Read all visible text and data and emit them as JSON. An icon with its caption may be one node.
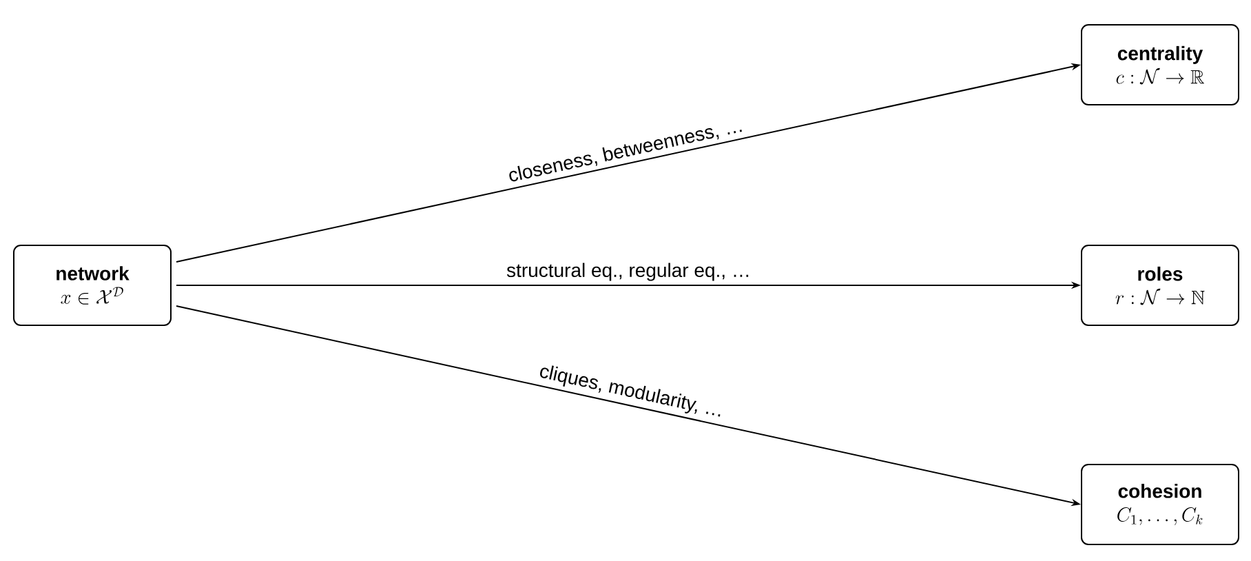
{
  "diagram": {
    "nodes": [
      {
        "text": [
          "network",
          "x \\in \\mathcal{X}^{\\mathcal{D}}"
        ]
      },
      {
        "text": [
          "centrality",
          "c : \\mathcal{N} \\to \\mathbb{R}"
        ]
      },
      {
        "text": [
          "roles",
          "r : \\mathcal{N} \\to \\mathbb{N}"
        ]
      },
      {
        "text": [
          "cohesion",
          "C_1, \\ldots, C_k"
        ]
      }
    ],
    "edges": [
      {
        "from": 0,
        "to": 1,
        "arrow": "to",
        "label": "closeness, betweenness, …"
      },
      {
        "from": 0,
        "to": 2,
        "arrow": "to",
        "label": "structural eq., regular eq., …"
      },
      {
        "from": 0,
        "to": 3,
        "arrow": "to",
        "label": "cliques, modularity, …"
      }
    ]
  }
}
